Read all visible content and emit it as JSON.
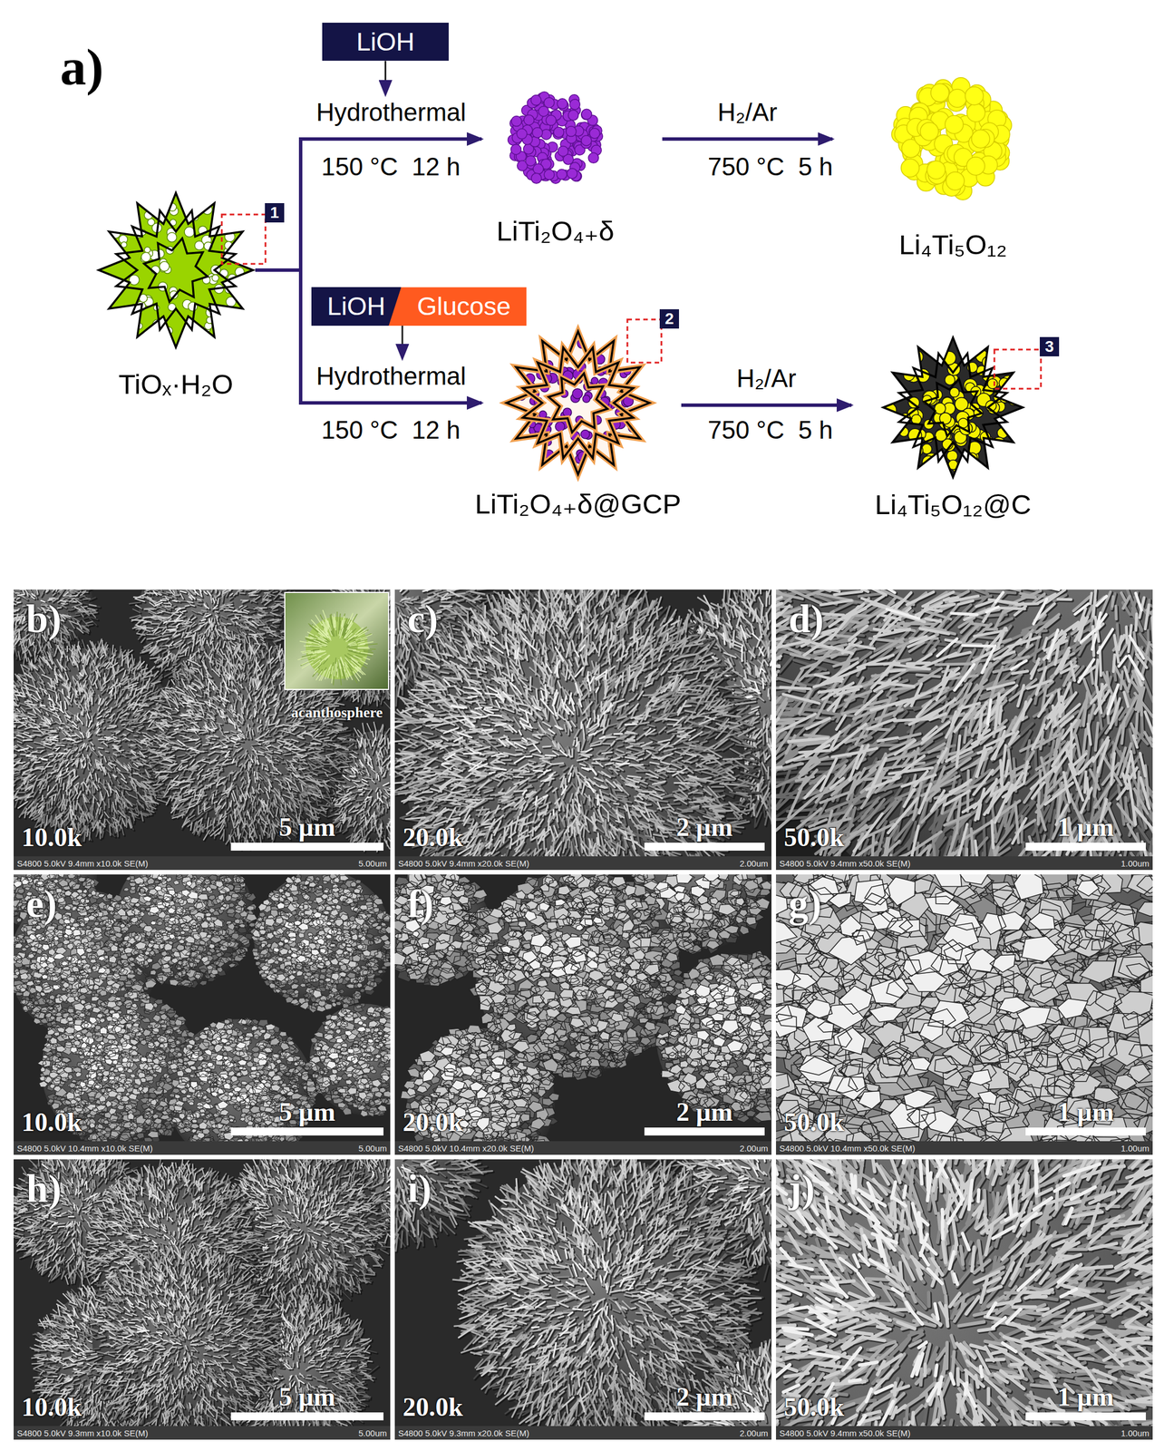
{
  "diagram": {
    "nodes": [
      {
        "text": [
          "TiOₓ·H₂O"
        ]
      },
      {
        "text": [
          "LiOH"
        ]
      },
      {
        "text": [
          "LiTi₂O₄₊δ"
        ]
      },
      {
        "text": [
          "Li₄Ti₅O₁₂"
        ]
      },
      {
        "text": [
          "LiOH"
        ]
      },
      {
        "text": [
          "Glucose"
        ]
      },
      {
        "text": [
          "LiTi₂O₄₊δ@GCP"
        ]
      },
      {
        "text": [
          "Li₄Ti₅O₁₂@C"
        ]
      }
    ],
    "edges": [
      {
        "from": 0,
        "to": 2,
        "arrow": "to",
        "label": "Hydrothermal"
      },
      {
        "from": 2,
        "to": 3,
        "arrow": "to",
        "label": "H₂/Ar"
      },
      {
        "from": 0,
        "to": 6,
        "arrow": "to",
        "label": "Hydrothermal"
      },
      {
        "from": 6,
        "to": 7,
        "arrow": "to",
        "label": "H₂/Ar"
      }
    ],
    "labels": [
      "a)",
      "150 °C  12 h",
      "750 °C  5 h",
      "150 °C  12 h",
      "750 °C  5 h",
      "1",
      "2",
      "3",
      "b)",
      "10.0k",
      "5 µm",
      "S4800 5.0kV 9.4mm x10.0k SE(M)",
      "5.00um",
      "acanthosphere",
      "c)",
      "20.0k",
      "2 µm",
      "S4800 5.0kV 9.4mm x20.0k SE(M)",
      "2.00um",
      "d)",
      "50.0k",
      "1 µm",
      "S4800 5.0kV 9.4mm x50.0k SE(M)",
      "1.00um",
      "e)",
      "10.0k",
      "5 µm",
      "S4800 5.0kV 10.4mm x10.0k SE(M)",
      "5.00um",
      "f)",
      "20.0k",
      "2 µm",
      "S4800 5.0kV 10.4mm x20.0k SE(M)",
      "2.00um",
      "g)",
      "50.0k",
      "1 µm",
      "S4800 5.0kV 10.4mm x50.0k SE(M)",
      "1.00um",
      "h)",
      "10.0k",
      "5 µm",
      "S4800 5.0kV 9.3mm x10.0k SE(M)",
      "5.00um",
      "i)",
      "20.0k",
      "2 µm",
      "S4800 5.0kV 9.3mm x20.0k SE(M)",
      "2.00um",
      "j)",
      "50.0k",
      "1 µm",
      "S4800 5.0kV 9.4mm x50.0k SE(M)",
      "1.00um"
    ]
  }
}
